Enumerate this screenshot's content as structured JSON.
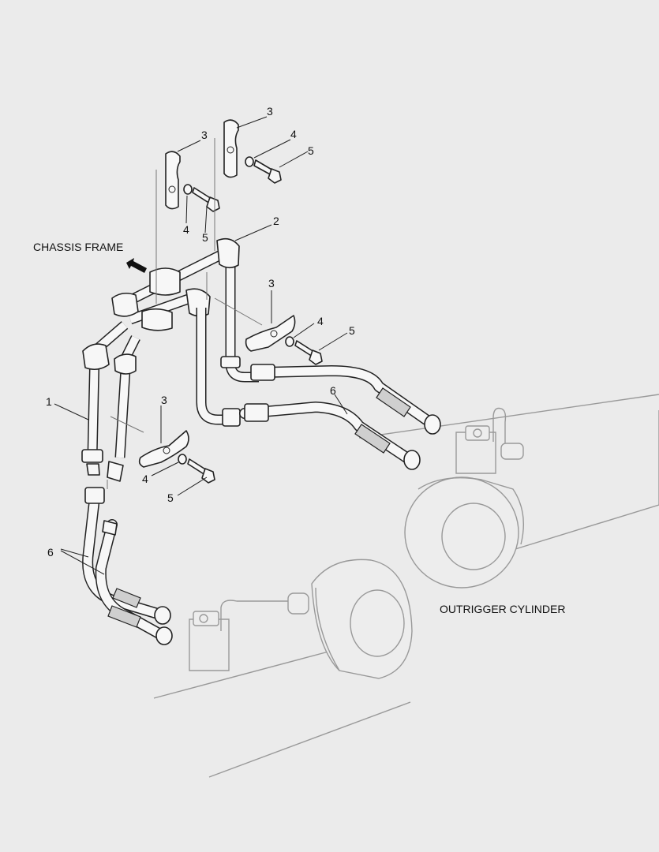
{
  "labels": {
    "chassis_frame": "CHASSIS FRAME",
    "outrigger_cylinder": "OUTRIGGER CYLINDER"
  },
  "callouts": {
    "c1": "1",
    "c2": "2",
    "c3a": "3",
    "c3b": "3",
    "c3c": "3",
    "c3d": "3",
    "c4a": "4",
    "c4b": "4",
    "c4c": "4",
    "c4d": "4",
    "c5a": "5",
    "c5b": "5",
    "c5c": "5",
    "c5d": "5",
    "c6a": "6",
    "c6b": "6"
  }
}
